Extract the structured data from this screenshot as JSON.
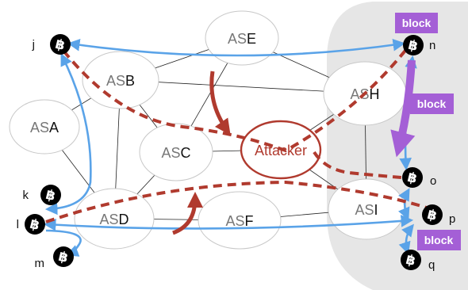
{
  "colors": {
    "connection": "#5aa3e8",
    "attack": "#b03a2e",
    "block": "#a45fd6",
    "victim_region": "#e6e6e6",
    "node": "#000000"
  },
  "as_nodes": [
    {
      "id": "ASA",
      "prefix": "AS",
      "suffix": "A"
    },
    {
      "id": "ASB",
      "prefix": "AS",
      "suffix": "B"
    },
    {
      "id": "ASC",
      "prefix": "AS",
      "suffix": "C"
    },
    {
      "id": "ASD",
      "prefix": "AS",
      "suffix": "D"
    },
    {
      "id": "ASE",
      "prefix": "AS",
      "suffix": "E"
    },
    {
      "id": "ASF",
      "prefix": "AS",
      "suffix": "F"
    },
    {
      "id": "ASH",
      "prefix": "AS",
      "suffix": "H"
    },
    {
      "id": "ASI",
      "prefix": "AS",
      "suffix": "I"
    }
  ],
  "attacker": {
    "label": "Attacker"
  },
  "bitcoin_nodes": [
    {
      "id": "j",
      "label": "j",
      "icon": "bitcoin-icon"
    },
    {
      "id": "k",
      "label": "k",
      "icon": "bitcoin-icon"
    },
    {
      "id": "l",
      "label": "l",
      "icon": "bitcoin-icon"
    },
    {
      "id": "m",
      "label": "m",
      "icon": "bitcoin-icon"
    },
    {
      "id": "n",
      "label": "n",
      "icon": "bitcoin-icon"
    },
    {
      "id": "o",
      "label": "o",
      "icon": "bitcoin-icon"
    },
    {
      "id": "p",
      "label": "p",
      "icon": "bitcoin-icon"
    },
    {
      "id": "q",
      "label": "q",
      "icon": "bitcoin-icon"
    }
  ],
  "block_labels": [
    "block",
    "block",
    "block"
  ],
  "links": [
    [
      "ASA",
      "ASB"
    ],
    [
      "ASA",
      "ASD"
    ],
    [
      "ASB",
      "ASC"
    ],
    [
      "ASB",
      "ASD"
    ],
    [
      "ASB",
      "ASE"
    ],
    [
      "ASB",
      "ASH"
    ],
    [
      "ASC",
      "ASD"
    ],
    [
      "ASC",
      "Attacker"
    ],
    [
      "ASD",
      "ASF"
    ],
    [
      "ASE",
      "ASH"
    ],
    [
      "ASE",
      "ASC"
    ],
    [
      "ASF",
      "ASI"
    ],
    [
      "ASH",
      "Attacker"
    ],
    [
      "ASH",
      "ASI"
    ],
    [
      "Attacker",
      "ASI"
    ]
  ]
}
